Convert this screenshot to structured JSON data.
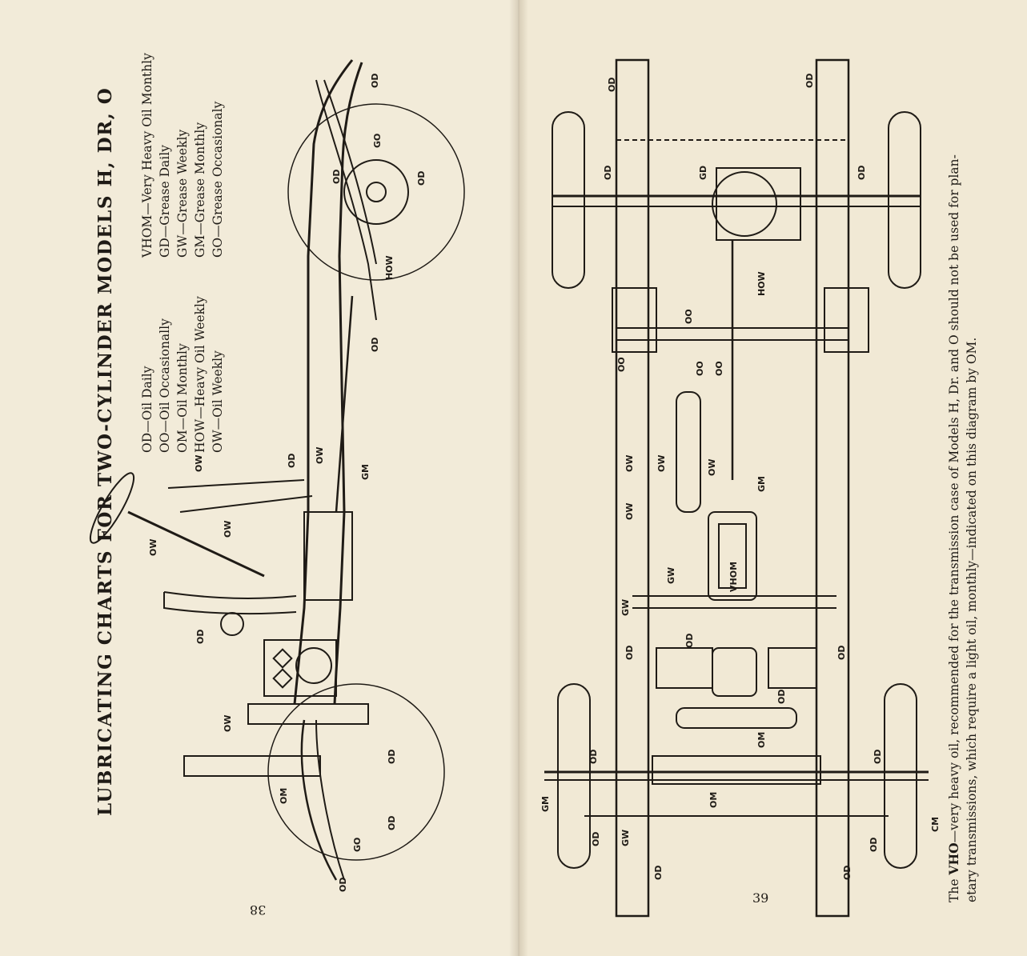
{
  "left_page": {
    "title": "LUBRICATING CHARTS FOR TWO-CYLINDER MODELS H, DR, O",
    "legend_col1": [
      "OD—Oil Daily",
      "OO—Oil Occasionally",
      "OM—Oil Monthly",
      "HOW—Heavy Oil Weekly",
      "OW—Oil Weekly"
    ],
    "legend_col2": [
      "VHOM—Very Heavy Oil Monthly",
      "GD—Grease Daily",
      "GW—Grease Weekly",
      "GM—Grease Monthly",
      "GO—Grease Occasionaly"
    ],
    "page_number": "38"
  },
  "right_page": {
    "caption": {
      "line1_prefix": "The ",
      "line1_bold": "VHO",
      "line1_rest": "—very heavy oil, recommended for the transmission case of Models H, Dr. and O should not be used for plan-",
      "line2": "etary transmissions, which require a light oil, monthly—indicated on this diagram by OM."
    },
    "page_number": "39"
  },
  "diagram_labels": {
    "od": "OD",
    "oo": "OO",
    "om": "OM",
    "how": "HOW",
    "ow": "OW",
    "go": "GO",
    "gd": "GD",
    "gw": "GW",
    "gm": "GM",
    "vhom": "VHOM",
    "cm": "CM"
  }
}
